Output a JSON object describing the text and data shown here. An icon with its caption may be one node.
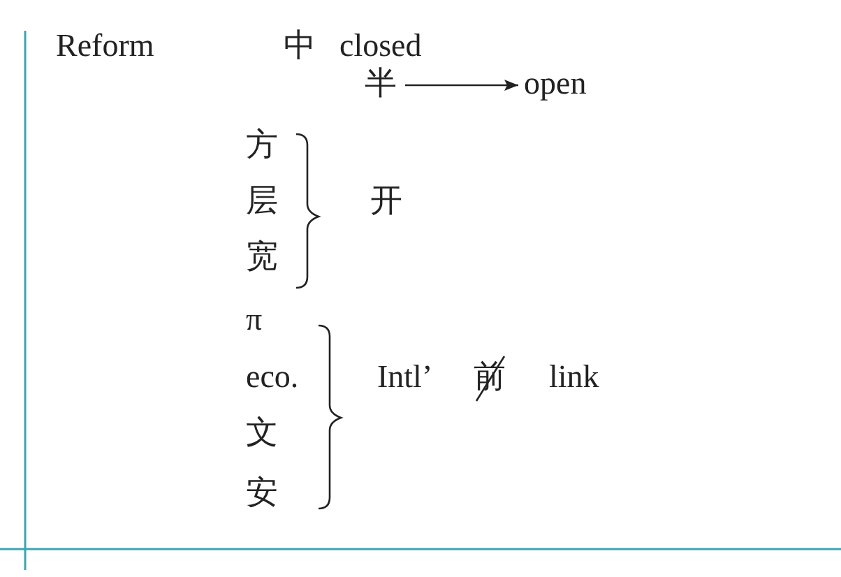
{
  "diagram": {
    "nodes": [
      {
        "text": [
          "半"
        ]
      },
      {
        "text": [
          "open"
        ]
      }
    ],
    "edges": [
      {
        "from": 0,
        "to": 1,
        "arrow": "to"
      }
    ],
    "labels": [
      "Reform",
      "中",
      "closed",
      "方",
      "层",
      "宽",
      "开",
      "π",
      "eco.",
      "文",
      "安",
      "Intl’",
      "前",
      "link"
    ]
  }
}
